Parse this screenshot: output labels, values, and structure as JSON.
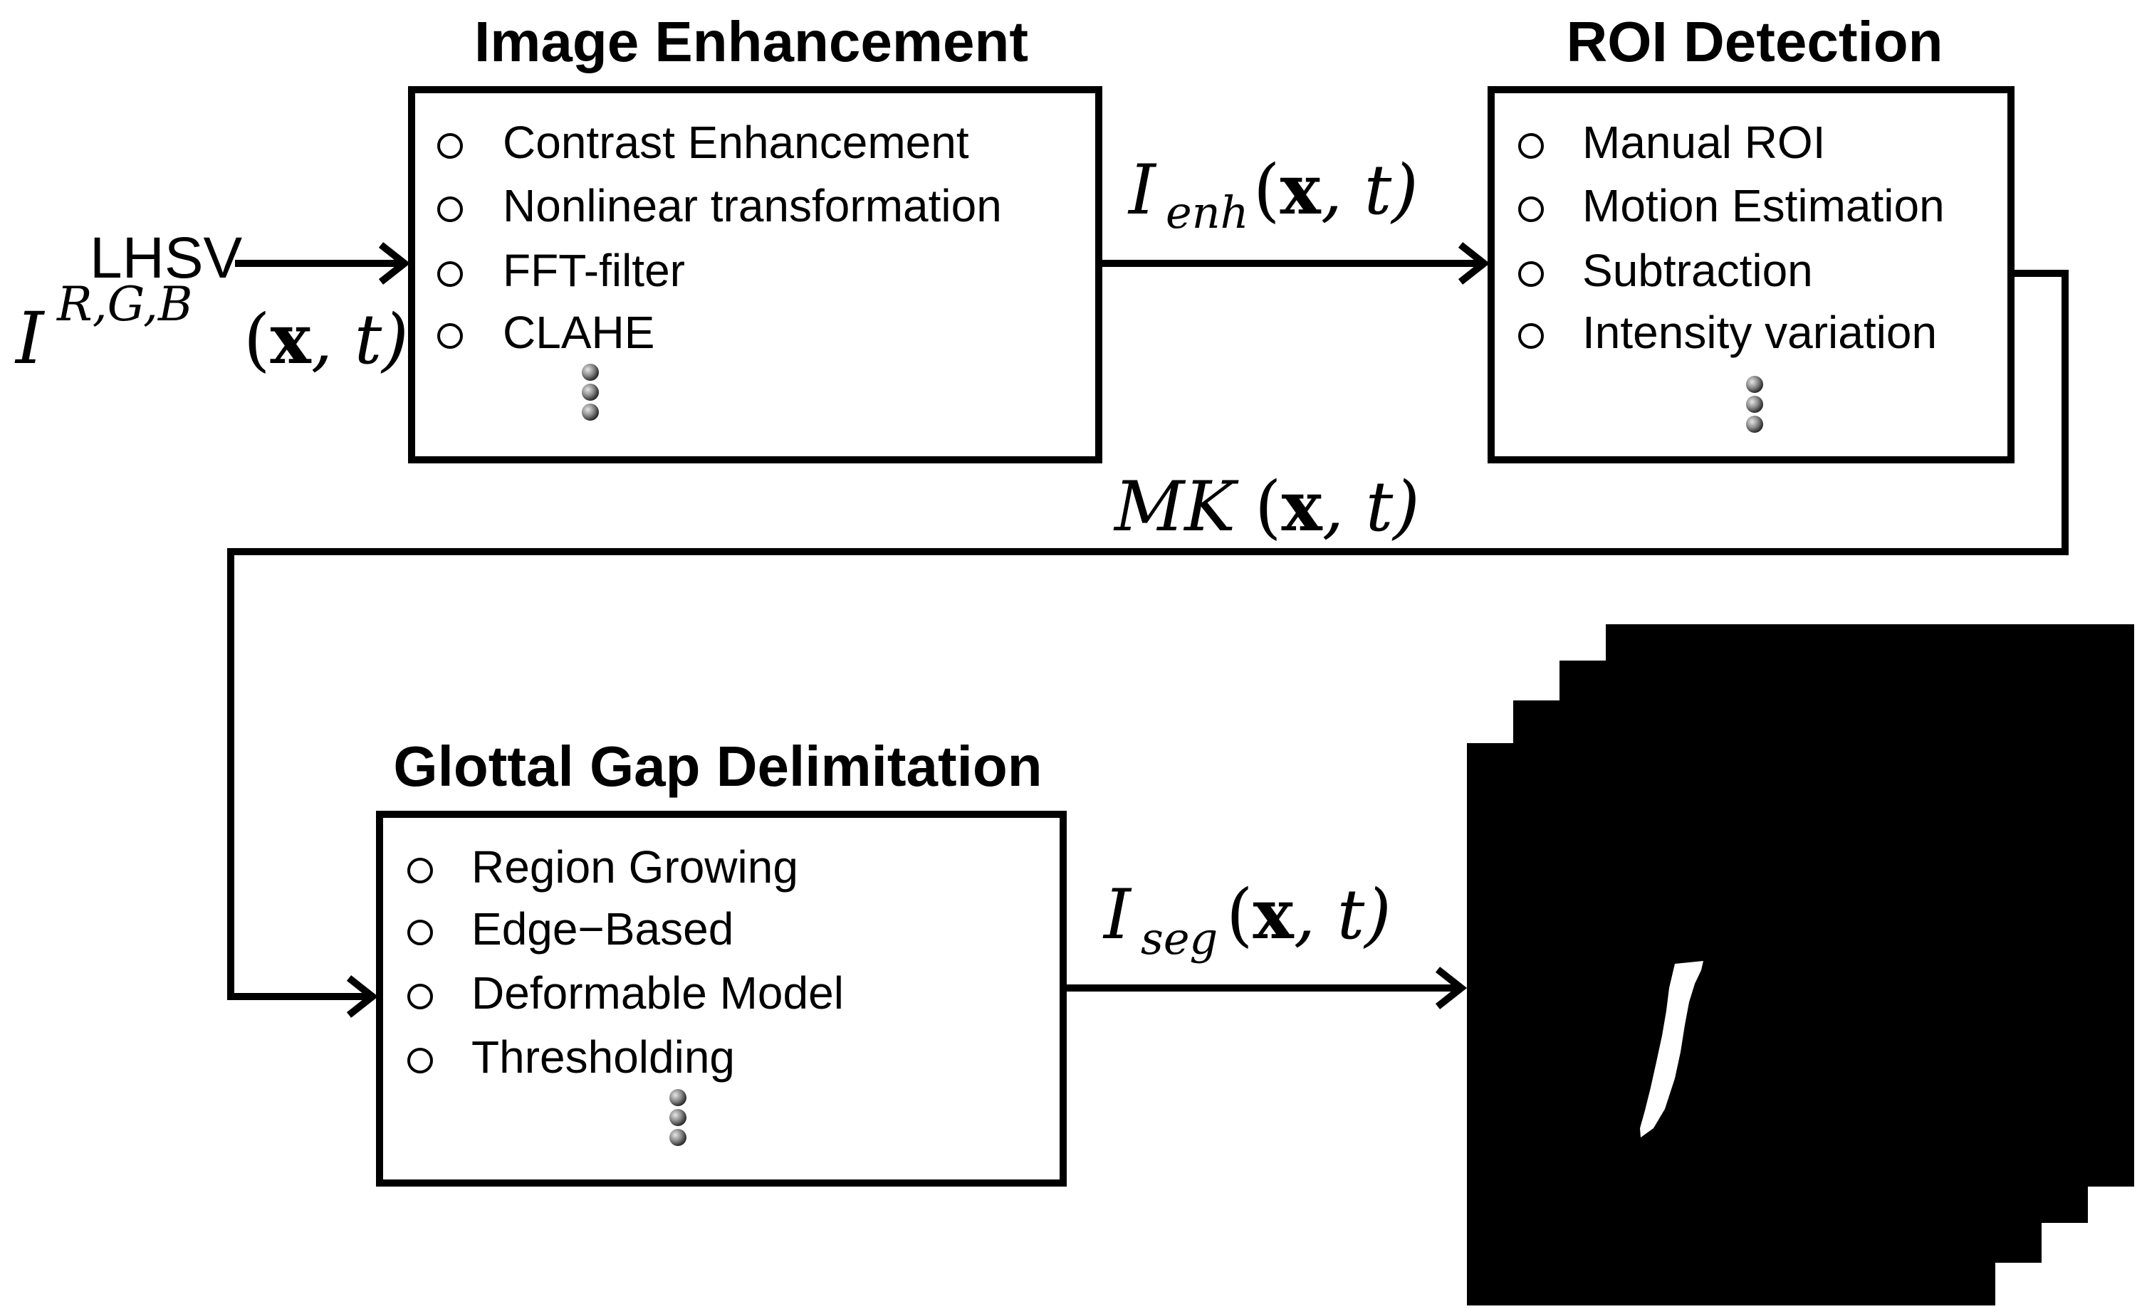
{
  "blocks": {
    "enhancement": {
      "title": "Image Enhancement",
      "items": [
        "Contrast Enhancement",
        "Nonlinear transformation",
        "FFT-filter",
        "CLAHE"
      ]
    },
    "roi": {
      "title": "ROI Detection",
      "items": [
        "Manual ROI",
        "Motion Estimation",
        "Subtraction",
        "Intensity variation"
      ]
    },
    "glottal": {
      "title": "Glottal Gap Delimitation",
      "items": [
        "Region Growing",
        "Edge−Based",
        "Deformable Model",
        "Thresholding"
      ]
    }
  },
  "input": {
    "label": "LHSV",
    "symbol": "I",
    "superscript": "R,G,B",
    "args_open": "(",
    "args_x": "x",
    "args_rest": ", t)"
  },
  "signals": {
    "enhanced": {
      "symbol": "I",
      "subscript": "enh",
      "args_open": "(",
      "args_x": "x",
      "args_rest": ", t)"
    },
    "mask": {
      "symbol": "MK",
      "args_open": "(",
      "args_x": "x",
      "args_rest": ", t)"
    },
    "segmented": {
      "symbol": "I",
      "subscript": "seg",
      "args_open": "(",
      "args_x": "x",
      "args_rest": ", t)"
    }
  },
  "colors": {
    "line": "#000000",
    "frame": "#000000",
    "segment": "#ffffff",
    "bullet_dot_light": "#cfcfcf",
    "bullet_dot_dark": "#3a3a3a"
  }
}
